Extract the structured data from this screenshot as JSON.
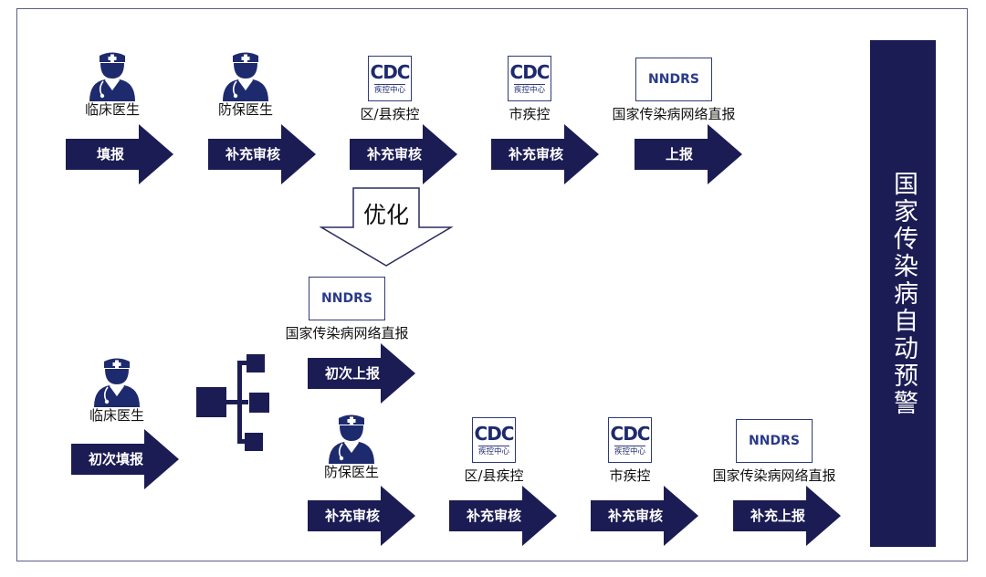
{
  "colors": {
    "navy": "#1c1c54",
    "frame": "#5b5e86",
    "badge_text": "#1d2a6e"
  },
  "top_flow": {
    "nodes": [
      {
        "icon": "doctor-icon",
        "label": "临床医生"
      },
      {
        "icon": "doctor-icon",
        "label": "防保医生"
      },
      {
        "icon": "cdc-badge-icon",
        "badge": "CDC",
        "badge_sub": "疾控中心",
        "label": "区/县疾控"
      },
      {
        "icon": "cdc-badge-icon",
        "badge": "CDC",
        "badge_sub": "疾控中心",
        "label": "市疾控"
      },
      {
        "icon": "nndrs-badge-icon",
        "badge": "NNDRS",
        "label": "国家传染病网络直报"
      }
    ],
    "steps": [
      "填报",
      "补充审核",
      "补充审核",
      "补充审核",
      "上报"
    ]
  },
  "optimize_label": "优化",
  "bottom_flow": {
    "start": {
      "icon": "doctor-icon",
      "label": "临床医生",
      "step": "初次填报"
    },
    "direct": {
      "icon": "nndrs-badge-icon",
      "badge": "NNDRS",
      "label": "国家传染病网络直报",
      "step": "初次上报"
    },
    "nodes": [
      {
        "icon": "doctor-icon",
        "label": "防保医生"
      },
      {
        "icon": "cdc-badge-icon",
        "badge": "CDC",
        "badge_sub": "疾控中心",
        "label": "区/县疾控"
      },
      {
        "icon": "cdc-badge-icon",
        "badge": "CDC",
        "badge_sub": "疾控中心",
        "label": "市疾控"
      },
      {
        "icon": "nndrs-badge-icon",
        "badge": "NNDRS",
        "label": "国家传染病网络直报"
      }
    ],
    "steps": [
      "补充审核",
      "补充审核",
      "补充审核",
      "补充上报"
    ]
  },
  "side_panel": {
    "title": "国家传染病自动预警"
  }
}
